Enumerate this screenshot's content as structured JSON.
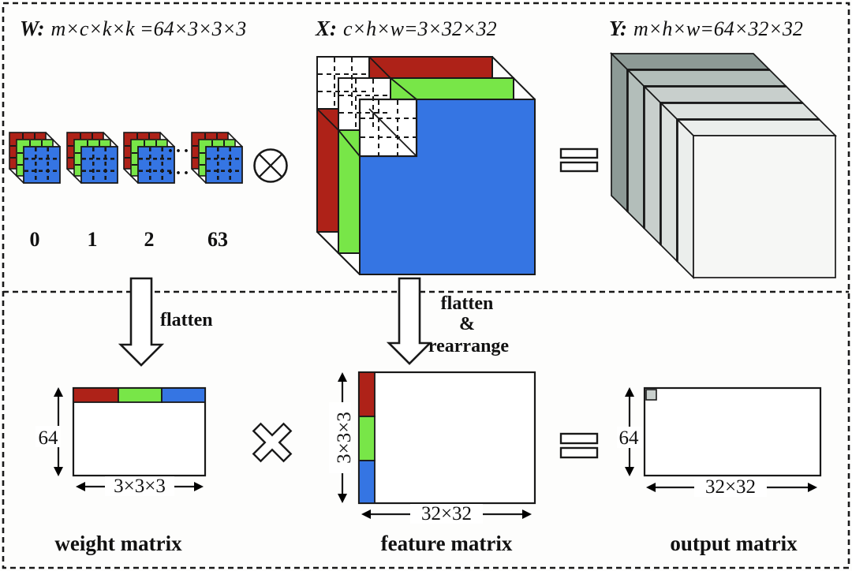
{
  "figure": {
    "headers": {
      "w": {
        "label": "W:",
        "formula": "m×c×k×k =64×3×3×3"
      },
      "x": {
        "label": "X:",
        "formula": "c×h×w=3×32×32"
      },
      "y": {
        "label": "Y:",
        "formula": "m×h×w=64×32×32"
      }
    },
    "filters": {
      "indices": [
        "0",
        "1",
        "2",
        "63"
      ],
      "dots": "···"
    },
    "operators": {
      "convolution": "circled-times",
      "equals_top": "double-bar-equals",
      "matmul": "times-cross",
      "equals_bottom": "double-bar-equals"
    },
    "arrows": {
      "flatten": "flatten",
      "flatten_rearrange": [
        "flatten",
        "&",
        "rearrange"
      ]
    },
    "matrices": {
      "weight": {
        "title": "weight matrix",
        "height_label": "64",
        "width_label": "3×3×3"
      },
      "feature": {
        "title": "feature matrix",
        "height_label": "3×3×3",
        "width_label": "32×32"
      },
      "output": {
        "title": "output matrix",
        "height_label": "64",
        "width_label": "32×32"
      }
    },
    "colors": {
      "red": "#ae2218",
      "green": "#78e648",
      "blue": "#3575e3",
      "output_stack_shades": [
        "#8d9a96",
        "#b3beba",
        "#c8cfcc",
        "#dde2df",
        "#ebeeec"
      ],
      "stack_front": "#f6f7f5",
      "output_cell": "#c9d0cd"
    }
  }
}
